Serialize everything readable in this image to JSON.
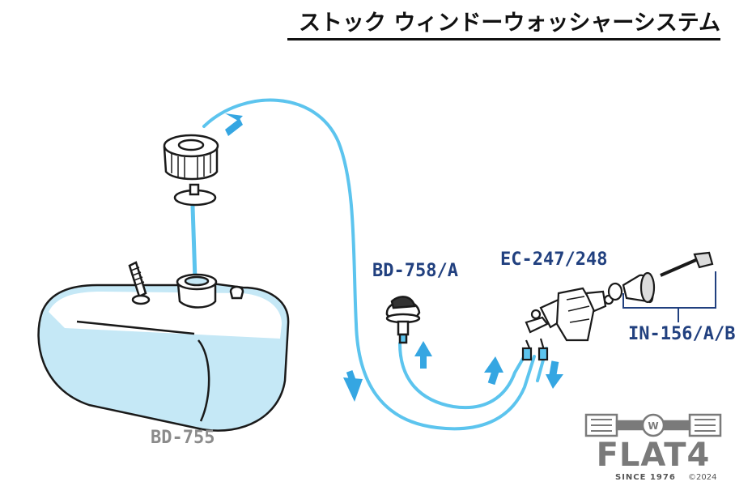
{
  "title": "ストック ウィンドーウォッシャーシステム",
  "parts": {
    "tank": "BD-755",
    "jet": "BD-758/A",
    "pump_valve": "EC-247/248",
    "connector": "IN-156/A/B"
  },
  "brand": {
    "name": "FLAT4",
    "tagline": "SINCE 1976",
    "copyright": "©2024"
  },
  "colors": {
    "hose": "#5cc4ee",
    "arrow": "#35a6e2",
    "tank_fill": "#c5e8f6",
    "label_blue": "#21407f",
    "label_gray": "#8b8b8b",
    "brand_gray": "#7a7a7a"
  },
  "icons": [
    "washer-fluid-tank",
    "filler-cap",
    "cap-seal",
    "washer-jet",
    "pump-valve",
    "hose-connector",
    "flow-arrow",
    "boxer-engine-logo"
  ]
}
